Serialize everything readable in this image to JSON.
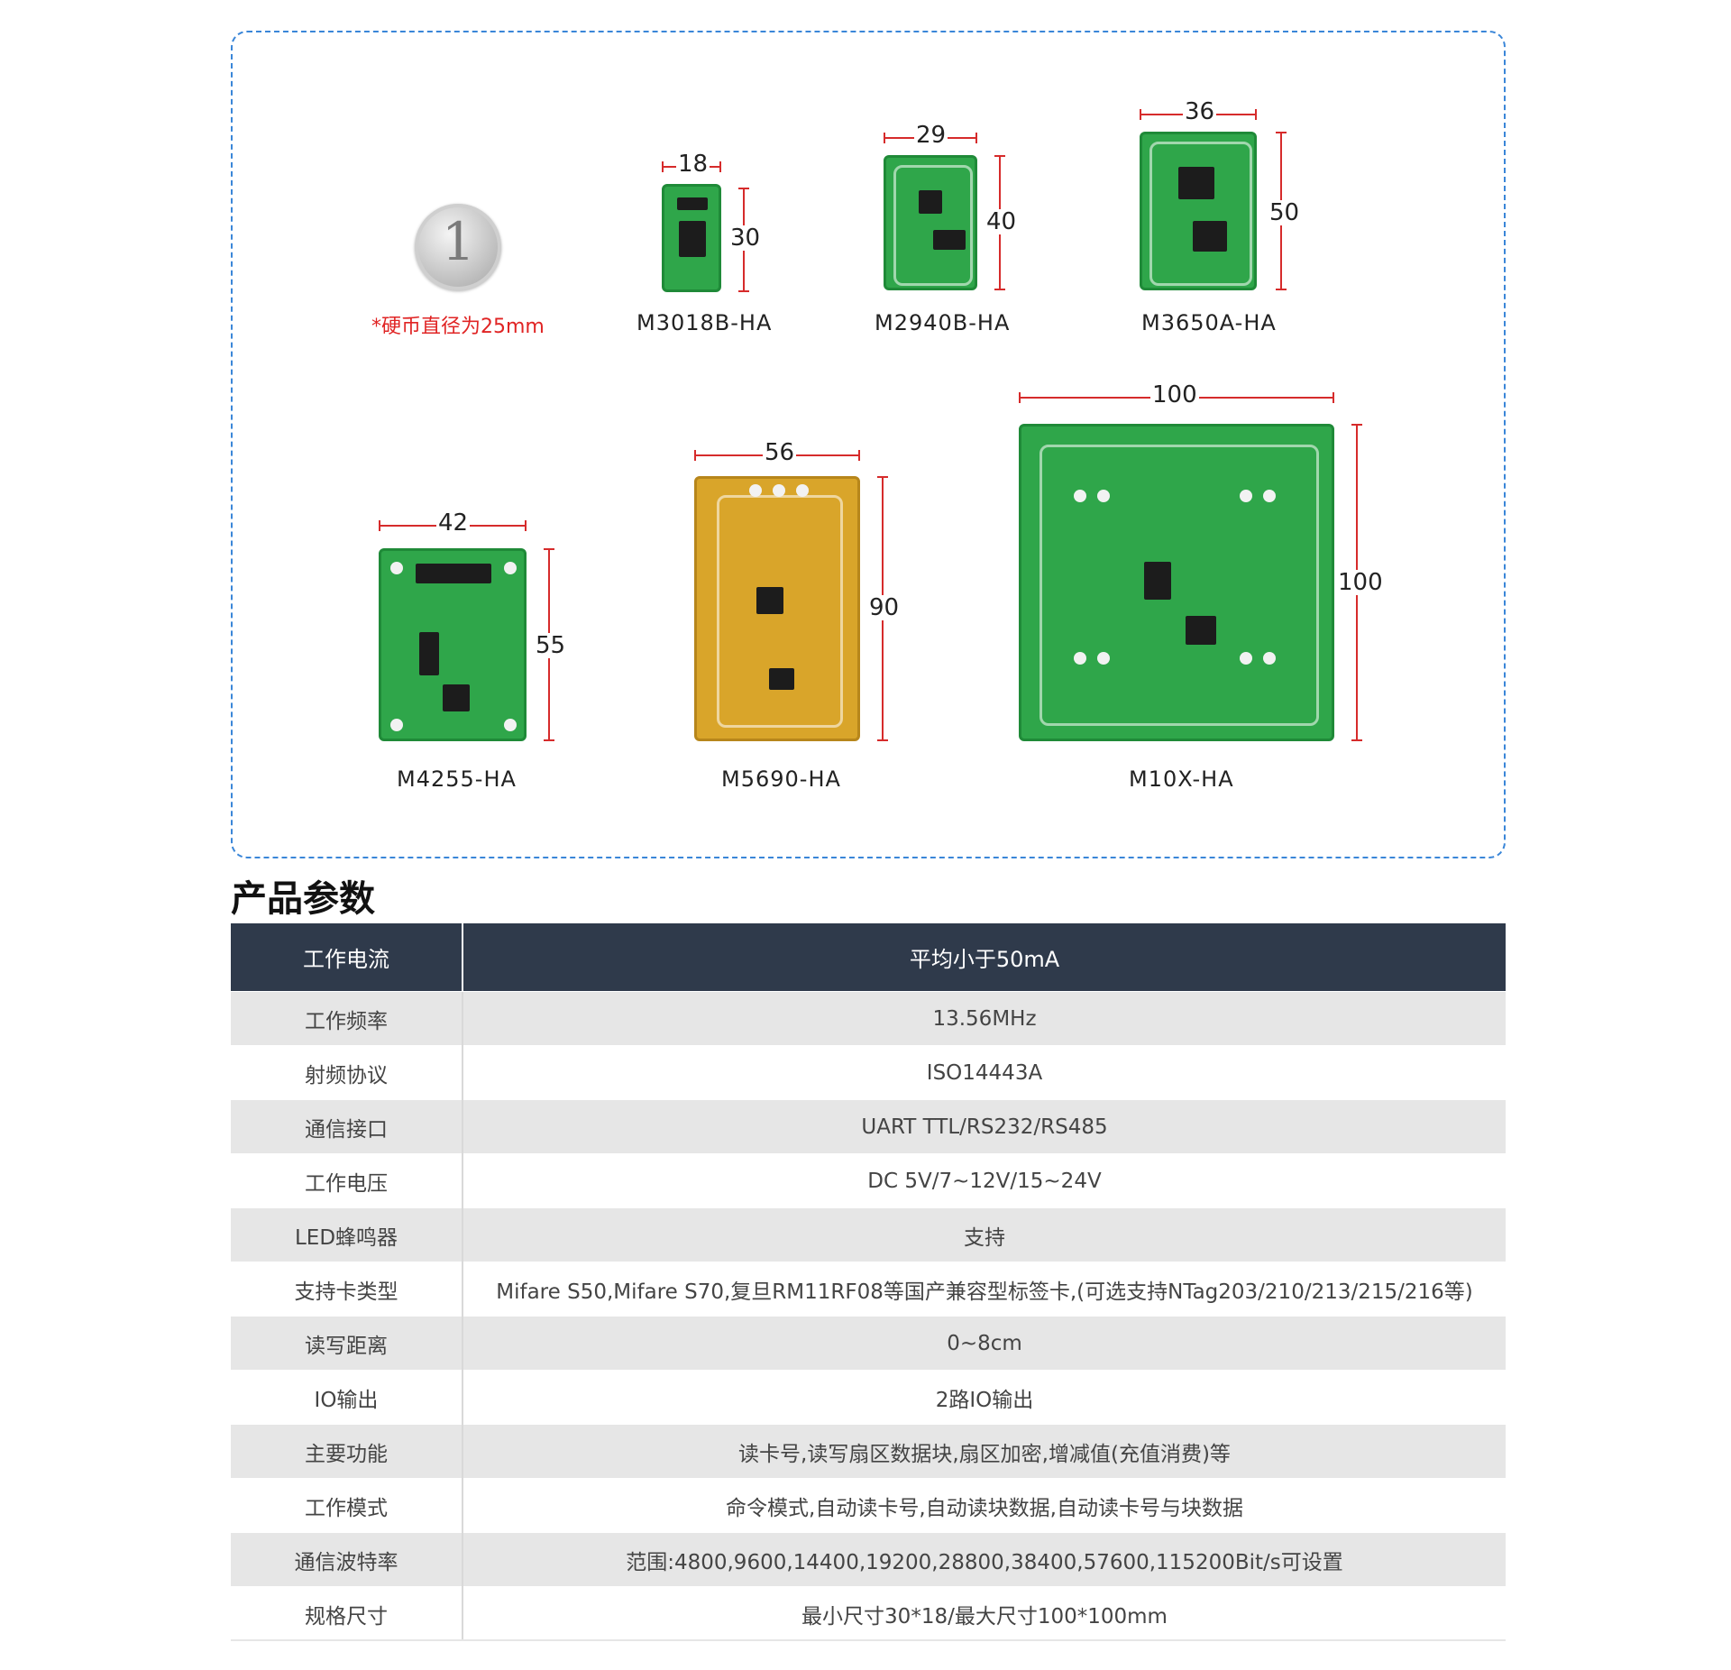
{
  "showcase": {
    "coin_note": "*硬币直径为25mm",
    "items": [
      {
        "model": "M3018B-HA",
        "width": "18",
        "height": "30"
      },
      {
        "model": "M2940B-HA",
        "width": "29",
        "height": "40"
      },
      {
        "model": "M3650A-HA",
        "width": "36",
        "height": "50"
      },
      {
        "model": "M4255-HA",
        "width": "42",
        "height": "55"
      },
      {
        "model": "M5690-HA",
        "width": "56",
        "height": "90"
      },
      {
        "model": "M10X-HA",
        "width": "100",
        "height": "100"
      }
    ],
    "board_colors": {
      "green": "#2fa64a",
      "yellow": "#d9a52a"
    },
    "dimension_color": "#d62b2b"
  },
  "section_title": "产品参数",
  "params": {
    "header_color": "#2f3a4b",
    "rows": [
      {
        "key": "工作电流",
        "value": "平均小于50mA"
      },
      {
        "key": "工作频率",
        "value": "13.56MHz"
      },
      {
        "key": "射频协议",
        "value": "ISO14443A"
      },
      {
        "key": "通信接口",
        "value": "UART TTL/RS232/RS485"
      },
      {
        "key": "工作电压",
        "value": "DC 5V/7~12V/15~24V"
      },
      {
        "key": "LED蜂鸣器",
        "value": "支持"
      },
      {
        "key": "支持卡类型",
        "value": "Mifare S50,Mifare S70,复旦RM11RF08等国产兼容型标签卡,(可选支持NTag203/210/213/215/216等)"
      },
      {
        "key": "读写距离",
        "value": "0~8cm"
      },
      {
        "key": "IO输出",
        "value": "2路IO输出"
      },
      {
        "key": "主要功能",
        "value": "读卡号,读写扇区数据块,扇区加密,增减值(充值消费)等"
      },
      {
        "key": "工作模式",
        "value": "命令模式,自动读卡号,自动读块数据,自动读卡号与块数据"
      },
      {
        "key": "通信波特率",
        "value": "范围:4800,9600,14400,19200,28800,38400,57600,115200Bit/s可设置"
      },
      {
        "key": "规格尺寸",
        "value": "最小尺寸30*18/最大尺寸100*100mm"
      }
    ]
  }
}
